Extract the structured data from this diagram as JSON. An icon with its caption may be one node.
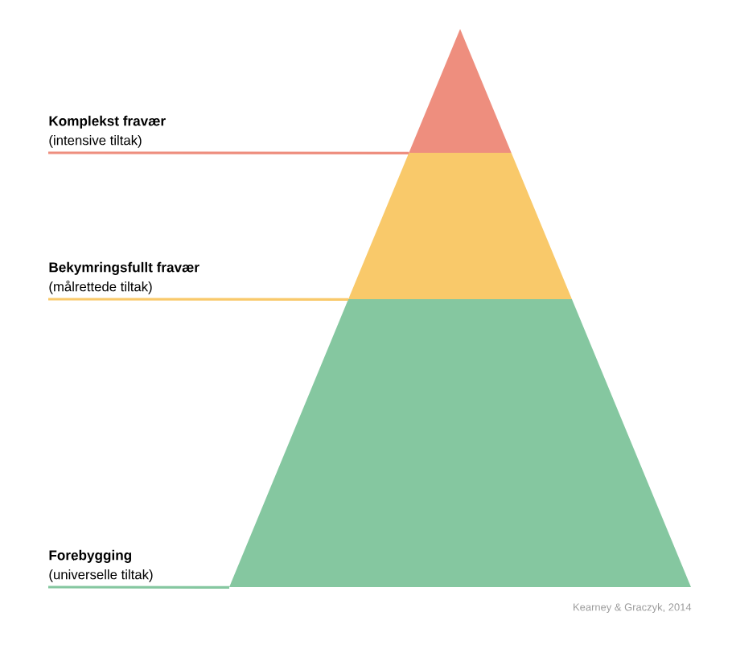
{
  "diagram": {
    "nodes": [
      {
        "text": [
          "Komplekst fravær",
          "(intensive tiltak)"
        ]
      },
      {
        "text": [
          "Bekymringsfullt fravær",
          "(målrettede tiltak)"
        ]
      },
      {
        "text": [
          "Forebygging",
          "(universelle tiltak)"
        ]
      },
      {
        "text": [],
        "shape": "triangle"
      },
      {
        "text": [],
        "shape": "band"
      },
      {
        "text": [],
        "shape": "band"
      }
    ],
    "edges": [
      {
        "from": 0,
        "to": 3,
        "arrow": "none",
        "color": "#ee8e7e"
      },
      {
        "from": 1,
        "to": 4,
        "arrow": "none",
        "color": "#f9c96a"
      },
      {
        "from": 2,
        "to": 5,
        "arrow": "none",
        "color": "#85c7a0"
      }
    ],
    "labels": [
      "Kearney & Graczyk, 2014"
    ]
  }
}
